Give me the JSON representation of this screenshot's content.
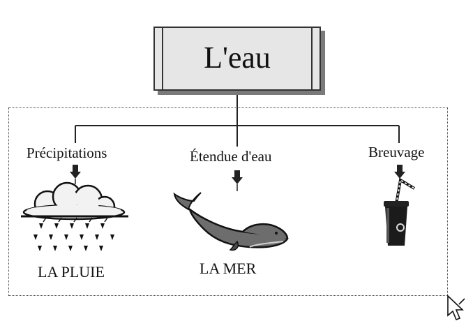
{
  "title": "L'eau",
  "branches": [
    {
      "label": "Précipitations",
      "caption": "LA PLUIE",
      "icon": "rain-cloud-icon"
    },
    {
      "label": "Étendue d'eau",
      "caption": "LA MER",
      "icon": "whale-icon"
    },
    {
      "label": "Breuvage",
      "caption": "",
      "icon": "drink-cup-icon"
    }
  ]
}
